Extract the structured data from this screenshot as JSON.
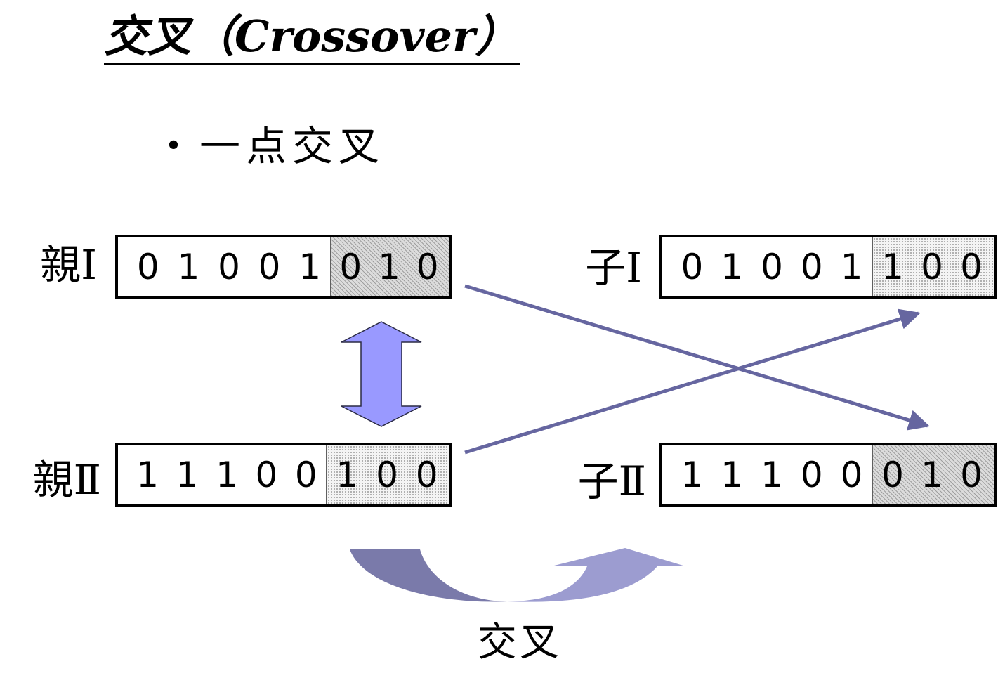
{
  "title": "交叉（Crossover）",
  "section_heading": "・一点交叉",
  "parents": [
    {
      "label": "親Ⅰ",
      "head_bits": [
        "0",
        "1",
        "0",
        "0",
        "1"
      ],
      "tail_bits": [
        "0",
        "1",
        "0"
      ]
    },
    {
      "label": "親Ⅱ",
      "head_bits": [
        "1",
        "1",
        "1",
        "0",
        "0"
      ],
      "tail_bits": [
        "1",
        "0",
        "0"
      ]
    }
  ],
  "children": [
    {
      "label": "子Ⅰ",
      "head_bits": [
        "0",
        "1",
        "0",
        "0",
        "1"
      ],
      "tail_bits": [
        "1",
        "0",
        "0"
      ]
    },
    {
      "label": "子Ⅱ",
      "head_bits": [
        "1",
        "1",
        "1",
        "0",
        "0"
      ],
      "tail_bits": [
        "0",
        "1",
        "0"
      ]
    }
  ],
  "caption": "交叉",
  "colors": {
    "swap_arrow_fill": "#9999ff",
    "cross_line": "#6666a0",
    "curved_arrow_dark": "#7a7aaa",
    "curved_arrow_light": "#9c9cd0"
  }
}
